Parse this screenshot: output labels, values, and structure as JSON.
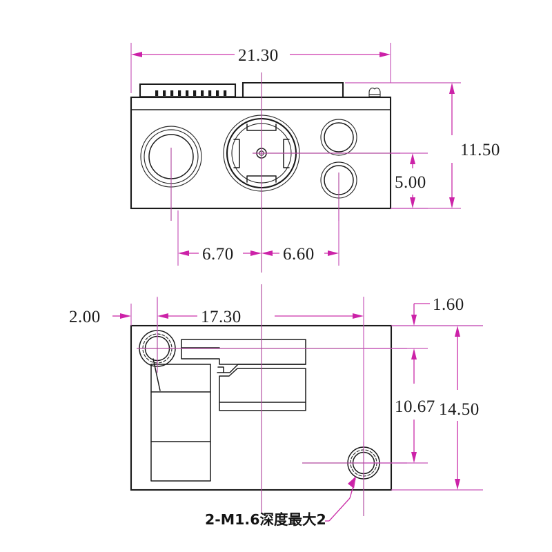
{
  "drawing": {
    "title": "2-M1.6深度最大2",
    "units": "mm",
    "line_color": "#1a1a1a",
    "dimension_color": "#cc33aa",
    "background": "#ffffff"
  },
  "views": {
    "top": {
      "name": "front-elevation-view",
      "features": [
        "ribbon-connector-with-teeth",
        "flat-connector-block",
        "small-double-bump-terminal",
        "large-triple-ring-lens",
        "center-notched-lens-assembly",
        "upper-small-port",
        "lower-small-port"
      ]
    },
    "bottom": {
      "name": "plan-bottom-view",
      "features": [
        "upper-left-mounting-hole",
        "lower-right-mounting-hole",
        "internal-stepped-pocket",
        "left-slot-pockets"
      ]
    }
  },
  "dimensions": {
    "overall_width": "21.30",
    "height_total": "11.50",
    "height_partial": "5.00",
    "offset_left": "6.70",
    "offset_right": "6.60",
    "edge_margin": "2.00",
    "hole_span": "17.30",
    "top_margin": "1.60",
    "hole_vertical_span": "10.67",
    "plan_height": "14.50"
  },
  "annotations": {
    "thread_note": "2-M1.6深度最大2"
  }
}
